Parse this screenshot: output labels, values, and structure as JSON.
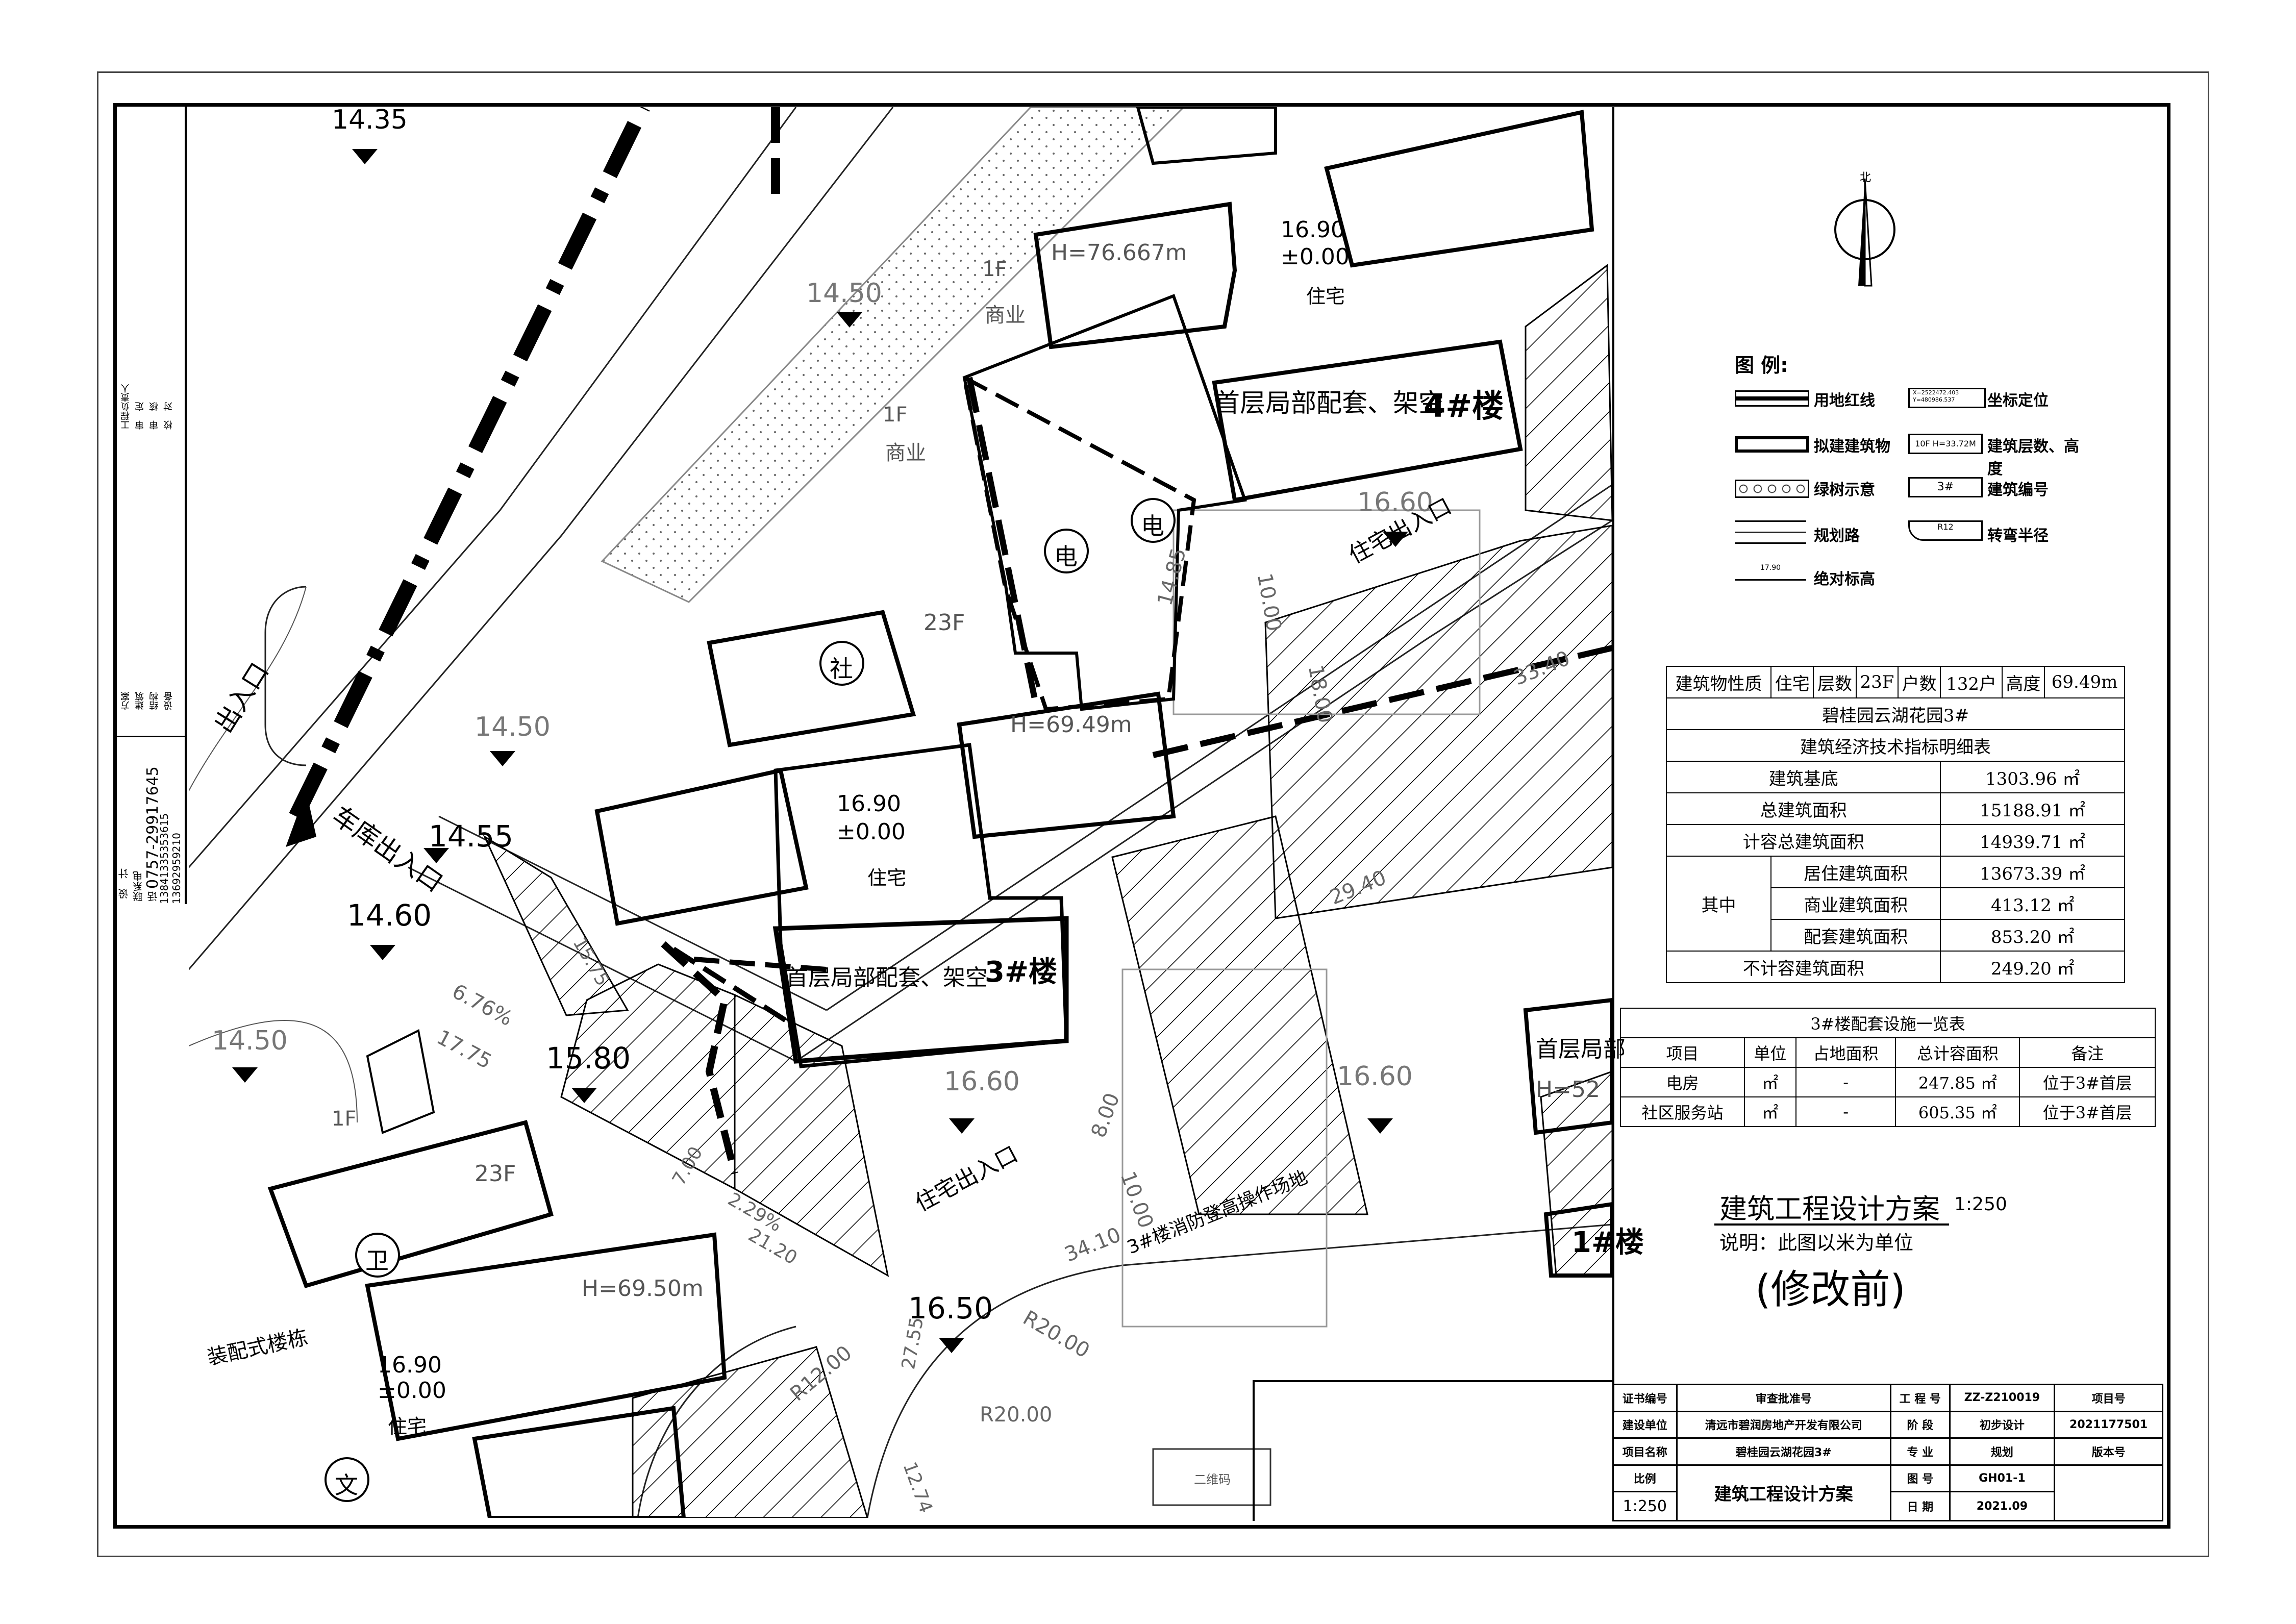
{
  "left_strip": {
    "rows_top": [
      "工程负责人",
      "审　定",
      "审　核",
      "校　对"
    ],
    "rows_mid": [
      "方案",
      "建筑",
      "结构",
      "设备"
    ],
    "label_design": "设　计",
    "label_contact": "联系电话",
    "phone_main": "0757-29917645",
    "phone_a": "13692959210",
    "phone_b": "13841335353615"
  },
  "plan": {
    "elevations": [
      "14.35",
      "14.50",
      "14.50",
      "14.55",
      "14.60",
      "14.50",
      "15.80",
      "16.90",
      "±0.00",
      "16.90",
      "±0.00",
      "16.60",
      "16.60",
      "16.60",
      "16.50",
      "16.90",
      "±0.00"
    ],
    "labels": {
      "commerce": "商业",
      "f1": "1F",
      "f23": "23F",
      "residential": "住宅",
      "res_entrance": "住宅出入口",
      "garage_entrance": "车库出入口",
      "entrance": "出入口",
      "bldg3_podium": "首层局部配套、架空",
      "bldg3": "3#楼",
      "bldg4_podium": "首层局部配套、架空",
      "bldg4": "4#楼",
      "bldg1": "1#楼",
      "bldg_prefab": "装配式楼栋",
      "h_76": "H=76.667m",
      "h_6949": "H=69.49m",
      "h_6950": "H=69.50m",
      "h_52": "H=52",
      "fire_area": "3#楼消防登高操作场地",
      "qr_code": "二维码",
      "podium_partial": "首层局部"
    },
    "symbols": {
      "elec": "电",
      "social": "社",
      "health": "卫",
      "culture": "文"
    },
    "dims": [
      "6.76%",
      "17.75",
      "10.00",
      "18.00",
      "14.85",
      "33.40",
      "29.40",
      "34.10",
      "8.00",
      "10.00",
      "R20.00",
      "R12.00",
      "R20.00",
      "7.00",
      "27.55",
      "12.74",
      "2.29%",
      "21.20",
      "15.75"
    ]
  },
  "legend": {
    "title": "图 例:",
    "items": [
      {
        "sym": "red-line",
        "label": "用地红线"
      },
      {
        "sym": "coord",
        "label": "坐标定位",
        "text": "X=2522472.403 Y=480986.537"
      },
      {
        "sym": "building",
        "label": "拟建建筑物"
      },
      {
        "sym": "floors",
        "label": "建筑层数、高度",
        "text": "10F H=33.72M"
      },
      {
        "sym": "trees",
        "label": "绿树示意"
      },
      {
        "sym": "number",
        "label": "建筑编号",
        "text": "3#"
      },
      {
        "sym": "road",
        "label": "规划路"
      },
      {
        "sym": "radius",
        "label": "转弯半径",
        "text": "R12"
      },
      {
        "sym": "elev",
        "label": "绝对标高",
        "text": "17.90"
      }
    ],
    "north": "北"
  },
  "econ_table": {
    "header": [
      "建筑物性质",
      "住宅",
      "层数",
      "23F",
      "户数",
      "132户",
      "高度",
      "69.49m"
    ],
    "project": "碧桂园云湖花园3#",
    "subtitle": "建筑经济技术指标明细表",
    "rows": [
      {
        "label": "建筑基底",
        "value": "1303.96 ㎡"
      },
      {
        "label": "总建筑面积",
        "value": "15188.91 ㎡"
      },
      {
        "label": "计容总建筑面积",
        "value": "14939.71 ㎡"
      },
      {
        "label": "居住建筑面积",
        "value": "13673.39 ㎡"
      },
      {
        "label": "商业建筑面积",
        "value": "413.12 ㎡"
      },
      {
        "label": "配套建筑面积",
        "value": "853.20 ㎡"
      },
      {
        "label": "不计容建筑面积",
        "value": "249.20 ㎡"
      }
    ],
    "group_label": "其中"
  },
  "facility_table": {
    "title": "3#楼配套设施一览表",
    "headers": [
      "项目",
      "单位",
      "占地面积",
      "总计容面积",
      "备注"
    ],
    "rows": [
      [
        "电房",
        "㎡",
        "-",
        "247.85 ㎡",
        "位于3#首层"
      ],
      [
        "社区服务站",
        "㎡",
        "-",
        "605.35 ㎡",
        "位于3#首层"
      ]
    ]
  },
  "title_block": {
    "main_title": "建筑工程设计方案",
    "scale": "1:250",
    "note": "说明：此图以米为单位",
    "status": "(修改前)"
  },
  "sheet": {
    "cert_no_label": "证书编号",
    "review_label": "审查批准号",
    "project_no_label": "工 程 号",
    "project_no": "ZZ-Z210019",
    "item_no_label": "项目号",
    "item_no": "2021177501",
    "client_label": "建设单位",
    "client": "清远市碧润房地产开发有限公司",
    "stage_label": "阶 段",
    "stage": "初步设计",
    "project_label": "项目名称",
    "project": "碧桂园云湖花园3#",
    "discipline_label": "专 业",
    "discipline": "规划",
    "version_label": "版本号",
    "scale_label": "比例",
    "scale": "1:250",
    "drawing_label": "图 号",
    "drawing_no": "GH01-1",
    "drawing_title": "建筑工程设计方案",
    "date_label": "日 期",
    "date": "2021.09"
  }
}
